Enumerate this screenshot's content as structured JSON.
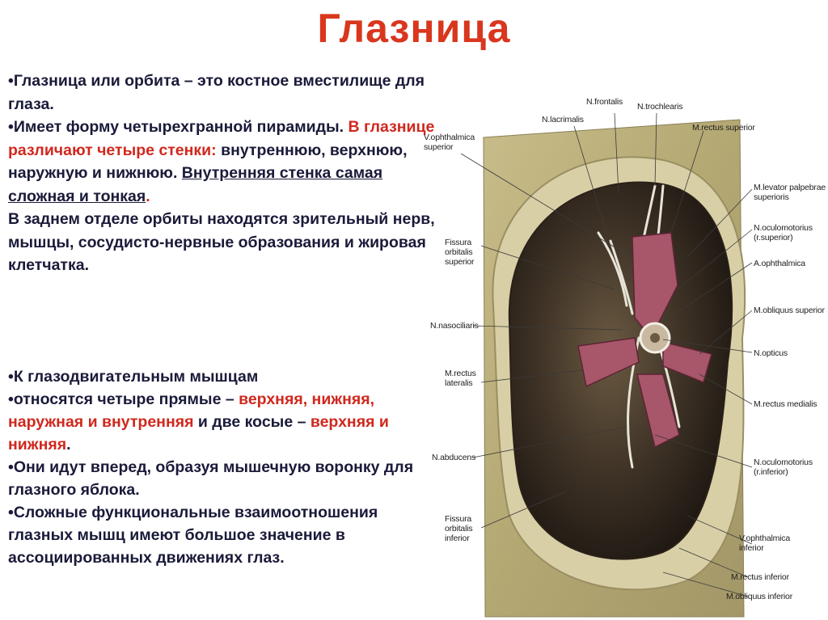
{
  "title": "Глазница",
  "block1": {
    "p1": "•Глазница или орбита – это костное вместилище для глаза.",
    "p2a": "•Имеет форму четырехгранной пирамиды. ",
    "p2b": "В глазнице различают четыре стенки: ",
    "p2c": "внутреннюю, верхнюю, наружную и нижнюю. ",
    "p2d": "Внутренняя стенка самая сложная и тонкая",
    "p2e": ".",
    "p3": "В заднем отделе орбиты находятся зрительный нерв, мышцы, сосудисто-нервные образования и жировая клетчатка."
  },
  "block2": {
    "l1": "•К глазодвигательным мышцам",
    "l2a": "•относятся четыре прямые – ",
    "l2b": "верхняя, нижняя, наружная и внутренняя",
    "l2c": " и две косые – ",
    "l2d": "верхняя и нижняя",
    "l2e": ".",
    "l3": "•Они идут вперед, образуя мышечную воронку для глазного яблока.",
    "l4": "•Сложные функциональные взаимоотношения глазных мышц имеют большое значение в ассоциированных движениях глаз."
  },
  "labels": {
    "n_frontalis": "N.frontalis",
    "n_trochlearis": "N.trochlearis",
    "n_lacrimalis": "N.lacrimalis",
    "m_rectus_superior": "M.rectus superior",
    "v_ophthalmica_superior_1": "V.ophthalmica",
    "v_ophthalmica_superior_2": "superior",
    "m_levator_1": "M.levator palpebrae",
    "m_levator_2": "superioris",
    "n_oculomotorius_sup_1": "N.oculomotorius",
    "n_oculomotorius_sup_2": "(r.superior)",
    "fissura_sup_1": "Fissura",
    "fissura_sup_2": "orbitalis",
    "fissura_sup_3": "superior",
    "a_ophthalmica": "A.ophthalmica",
    "m_obliquus_superior": "M.obliquus superior",
    "n_nasociliaris": "N.nasociliaris",
    "n_opticus": "N.opticus",
    "m_rectus_lateralis_1": "M.rectus",
    "m_rectus_lateralis_2": "lateralis",
    "m_rectus_medialis": "M.rectus medialis",
    "n_abducens": "N.abducens",
    "n_oculomotorius_inf_1": "N.oculomotorius",
    "n_oculomotorius_inf_2": "(r.inferior)",
    "fissura_inf_1": "Fissura",
    "fissura_inf_2": "orbitalis",
    "fissura_inf_3": "inferior",
    "v_ophthalmica_inferior_1": "V.ophthalmica",
    "v_ophthalmica_inferior_2": "inferior",
    "m_rectus_inferior": "M.rectus inferior",
    "m_obliquus_inferior": "M.obliquus inferior"
  },
  "colors": {
    "title": "#d9361e",
    "highlight": "#d0281e",
    "body_text": "#1a1a3a"
  }
}
